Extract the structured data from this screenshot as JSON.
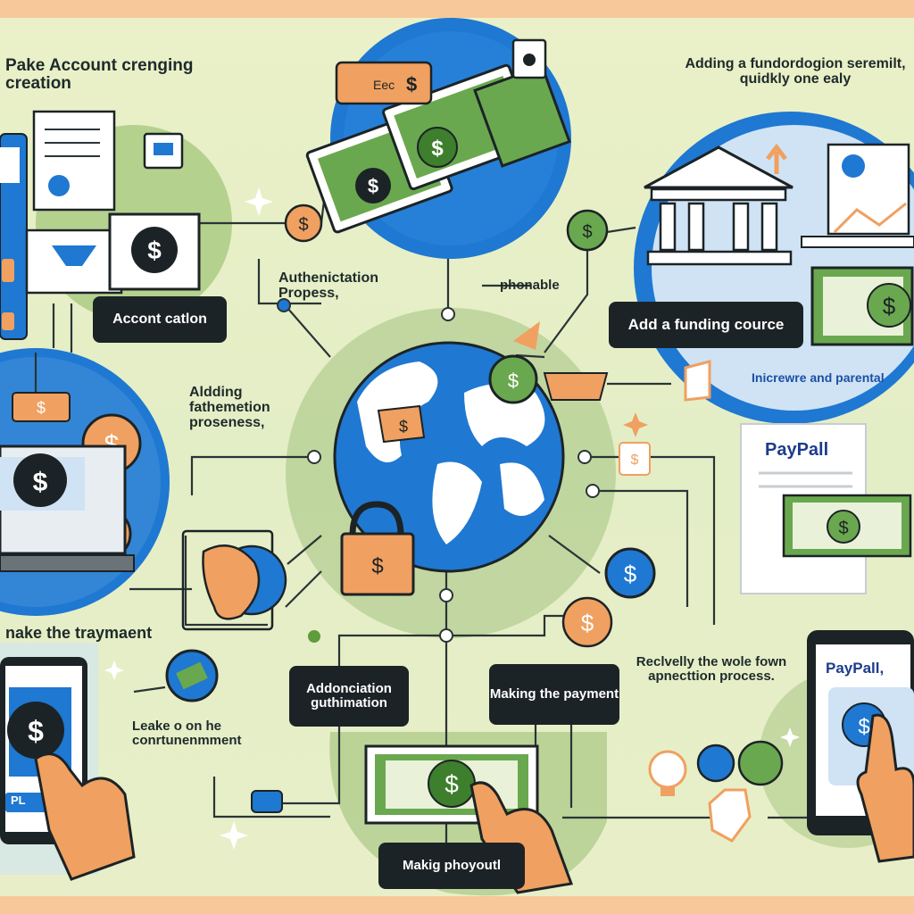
{
  "texts": {
    "top_left": "Pake Account crenging creation",
    "top_right": "Adding a fundordogion seremilt, quidkly one ealy",
    "auth_process": "Authenictation Propess,",
    "adding": "Aldding fathemetion proseness,",
    "phonable": "phonable",
    "make_payment": "nake the traymaent",
    "leave": "Leake o on he conrtunenmment",
    "recently": "Reclvelly the wole fown apnecttion process.",
    "interwave": "Inicrewre and parental",
    "paypal_doc": "PayPall",
    "paypal_phone": "PayPall,",
    "phone_label": "PL"
  },
  "labels": {
    "account": "Accont catlon",
    "funding": "Add a funding cource",
    "authentication": "Addonciation guthimation",
    "making_payment": "Making the payment",
    "payout": "Makig phoyoutl"
  },
  "small_tags": {
    "top_tag": "Eec",
    "dollar": "$"
  },
  "icons": [
    "globe-icon",
    "bank-icon",
    "money-bills-icon",
    "lock-icon",
    "handshake-icon",
    "smartphone-icon",
    "laptop-icon",
    "document-icon",
    "coin-icon",
    "pointing-hand-icon",
    "calculator-icon",
    "monitor-icon",
    "shield-icon",
    "lightbulb-icon",
    "sparkle-icon"
  ],
  "colors": {
    "background": "#f6c89a",
    "canvas": "#e8efc8",
    "blue": "#1f78d1",
    "green": "#5f9c3c",
    "orange": "#f0a060",
    "dark": "#1c2326"
  }
}
